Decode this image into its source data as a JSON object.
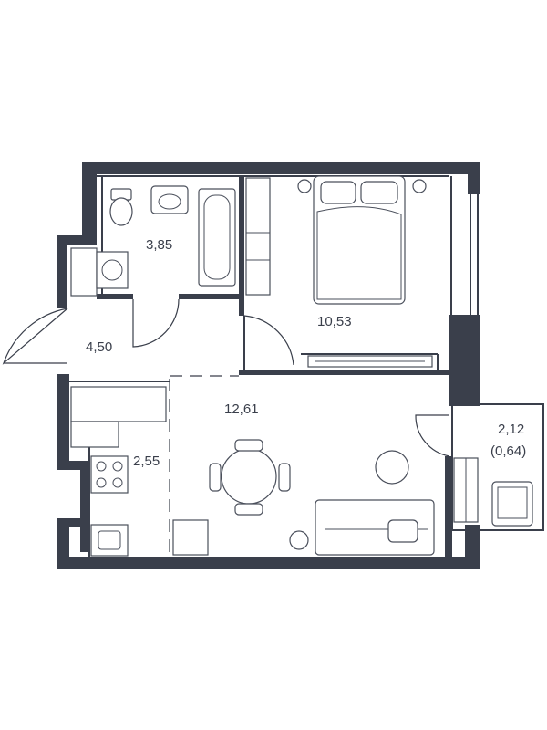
{
  "rooms": {
    "bathroom": {
      "area": "3,85"
    },
    "hallway": {
      "area": "4,50"
    },
    "bedroom": {
      "area": "10,53"
    },
    "living": {
      "area": "12,61"
    },
    "kitchen": {
      "area": "2,55"
    },
    "balcony": {
      "area": "2,12",
      "reduced_area": "(0,64)"
    }
  },
  "colors": {
    "wall": "#3a3f4b",
    "background": "#ffffff"
  }
}
